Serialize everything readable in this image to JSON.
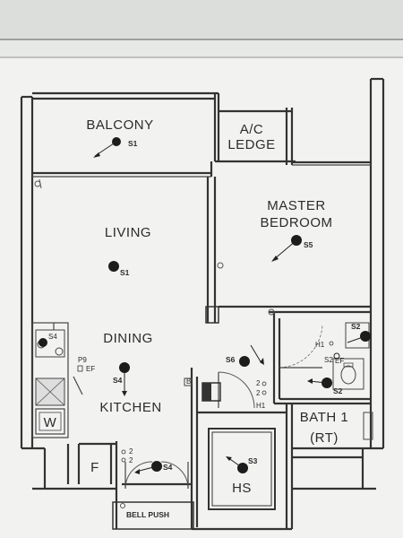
{
  "rooms": {
    "balcony": "BALCONY",
    "ac_ledge_line1": "A/C",
    "ac_ledge_line2": "LEDGE",
    "master_bedroom_line1": "MASTER",
    "master_bedroom_line2": "BEDROOM",
    "living": "LIVING",
    "dining": "DINING",
    "kitchen": "KITCHEN",
    "bath1_line1": "BATH 1",
    "bath1_line2": "(RT)",
    "hs": "HS",
    "f": "F",
    "w": "W"
  },
  "points": {
    "balcony": "S1",
    "living": "S1",
    "master": "S5",
    "kitchen": "S4",
    "entry": "S4",
    "s6": "S6",
    "hs": "S3",
    "bath_wall": "S2",
    "bath_ceiling": "S2",
    "bath_mirror": "S2",
    "dining_left": "S4"
  },
  "annotations": {
    "p9": "P9",
    "ef_kitchen": "EF",
    "ef_bath": "EF",
    "h1_bath": "H1",
    "h1_corridor": "H1",
    "switch_2a": "2",
    "switch_2b": "2",
    "switch_2c": "2",
    "switch_2d": "2",
    "bell_push": "BELL PUSH",
    "box_b": "B"
  },
  "colors": {
    "background": "#eceeec",
    "paper": "#f4f5f3",
    "ink": "#2b2b2b",
    "point": "#1c1c1c"
  }
}
